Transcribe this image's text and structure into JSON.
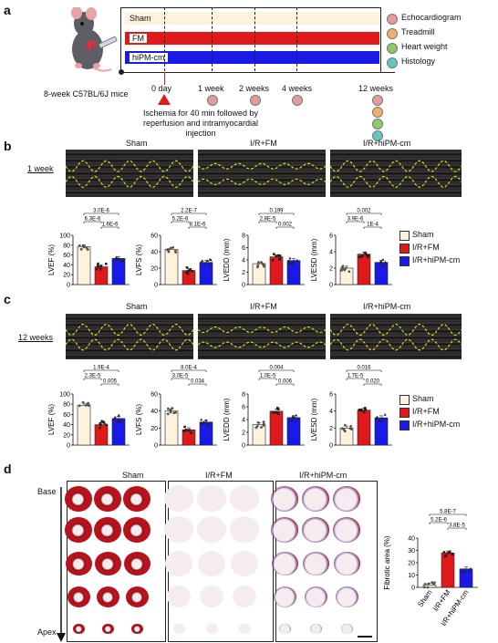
{
  "panel_a": {
    "label": "a",
    "groups": [
      "Sham",
      "FM",
      "hiPM-cm"
    ],
    "legend": [
      {
        "label": "Echocardiogram",
        "color": "#e89a9a"
      },
      {
        "label": "Treadmill",
        "color": "#f0b070"
      },
      {
        "label": "Heart weight",
        "color": "#8fc86a"
      },
      {
        "label": "Histology",
        "color": "#5fc8c0"
      }
    ],
    "timepoints": [
      "0 day",
      "1 week",
      "2 weeks",
      "4 weeks",
      "12 weeks"
    ],
    "mouse_label": "8-week C57BL/6J mice",
    "ischemia_note_1": "Ischemia for 40 min followed by",
    "ischemia_note_2": "reperfusion and intramyocardial injection",
    "colors": {
      "sham": "#fdf3dc",
      "fm": "#e01a1a",
      "hipm": "#1a1ae6"
    }
  },
  "panel_b": {
    "label": "b",
    "timepoint": "1 week",
    "echo_titles": [
      "Sham",
      "I/R+FM",
      "I/R+hiPM-cm"
    ],
    "legend": [
      "Sham",
      "I/R+FM",
      "I/R+hiPM-cm"
    ]
  },
  "panel_c": {
    "label": "c",
    "timepoint": "12 weeks",
    "echo_titles": [
      "Sham",
      "I/R+FM",
      "I/R+hiPM-cm"
    ],
    "legend": [
      "Sham",
      "I/R+FM",
      "I/R+hiPM-cm"
    ]
  },
  "panel_d": {
    "label": "d",
    "titles": [
      "Sham",
      "I/R+FM",
      "I/R+hiPM-cm"
    ],
    "base_label": "Base",
    "apex_label": "Apex"
  },
  "chart_data": [
    {
      "id": "b-lvef",
      "type": "bar",
      "ylabel": "LVEF (%)",
      "ylim": [
        0,
        100
      ],
      "yticks": [
        0,
        20,
        40,
        60,
        80,
        100
      ],
      "categories": [
        "Sham",
        "I/R+FM",
        "I/R+hiPM-cm"
      ],
      "values": [
        77,
        36,
        53
      ],
      "pvalues": [
        {
          "label": "3.0E-6",
          "from": 0,
          "to": 2
        },
        {
          "label": "6.3E-6",
          "from": 0,
          "to": 1
        },
        {
          "label": "1.6E-6",
          "from": 1,
          "to": 2
        }
      ]
    },
    {
      "id": "b-lvfs",
      "type": "bar",
      "ylabel": "LVFS (%)",
      "ylim": [
        0,
        60
      ],
      "yticks": [
        0,
        20,
        40,
        60
      ],
      "categories": [
        "Sham",
        "I/R+FM",
        "I/R+hiPM-cm"
      ],
      "values": [
        43,
        17,
        27
      ],
      "pvalues": [
        {
          "label": "2.2E-7",
          "from": 0,
          "to": 2
        },
        {
          "label": "5.2E-6",
          "from": 0,
          "to": 1
        },
        {
          "label": "8.1E-6",
          "from": 1,
          "to": 2
        }
      ]
    },
    {
      "id": "b-lvedd",
      "type": "bar",
      "ylabel": "LVEDD (mm)",
      "ylim": [
        0,
        8
      ],
      "yticks": [
        0,
        2,
        4,
        6,
        8
      ],
      "categories": [
        "Sham",
        "I/R+FM",
        "I/R+hiPM-cm"
      ],
      "values": [
        3.4,
        4.5,
        3.9
      ],
      "pvalues": [
        {
          "label": "0.199",
          "from": 0,
          "to": 2
        },
        {
          "label": "2.8E-5",
          "from": 0,
          "to": 1
        },
        {
          "label": "0.002",
          "from": 1,
          "to": 2
        }
      ]
    },
    {
      "id": "b-lvesd",
      "type": "bar",
      "ylabel": "LVESD (mm)",
      "ylim": [
        0,
        6
      ],
      "yticks": [
        0,
        2,
        4,
        6
      ],
      "categories": [
        "Sham",
        "I/R+FM",
        "I/R+hiPM-cm"
      ],
      "values": [
        2.0,
        3.7,
        2.7
      ],
      "pvalues": [
        {
          "label": "0.002",
          "from": 0,
          "to": 2
        },
        {
          "label": "3.9E-6",
          "from": 0,
          "to": 1
        },
        {
          "label": "1E-4",
          "from": 1,
          "to": 2
        }
      ]
    },
    {
      "id": "c-lvef",
      "type": "bar",
      "ylabel": "LVEF (%)",
      "ylim": [
        0,
        100
      ],
      "yticks": [
        0,
        20,
        40,
        60,
        80,
        100
      ],
      "categories": [
        "Sham",
        "I/R+FM",
        "I/R+hiPM-cm"
      ],
      "values": [
        78,
        40,
        52
      ],
      "pvalues": [
        {
          "label": "1.9E-4",
          "from": 0,
          "to": 2
        },
        {
          "label": "2.3E-5",
          "from": 0,
          "to": 1
        },
        {
          "label": "0.005",
          "from": 1,
          "to": 2
        }
      ]
    },
    {
      "id": "c-lvfs",
      "type": "bar",
      "ylabel": "LVFS (%)",
      "ylim": [
        0,
        60
      ],
      "yticks": [
        0,
        20,
        40,
        60
      ],
      "categories": [
        "Sham",
        "I/R+FM",
        "I/R+hiPM-cm"
      ],
      "values": [
        40,
        18,
        27
      ],
      "pvalues": [
        {
          "label": "8.0E-4",
          "from": 0,
          "to": 2
        },
        {
          "label": "3.0E-5",
          "from": 0,
          "to": 1
        },
        {
          "label": "0.034",
          "from": 1,
          "to": 2
        }
      ]
    },
    {
      "id": "c-lvedd",
      "type": "bar",
      "ylabel": "LVEDD (mm)",
      "ylim": [
        0,
        8
      ],
      "yticks": [
        0,
        2,
        4,
        6,
        8
      ],
      "categories": [
        "Sham",
        "I/R+FM",
        "I/R+hiPM-cm"
      ],
      "values": [
        3.2,
        5.3,
        4.3
      ],
      "pvalues": [
        {
          "label": "0.004",
          "from": 0,
          "to": 2
        },
        {
          "label": "1.0E-5",
          "from": 0,
          "to": 1
        },
        {
          "label": "0.006",
          "from": 1,
          "to": 2
        }
      ]
    },
    {
      "id": "c-lvesd",
      "type": "bar",
      "ylabel": "LVESD (mm)",
      "ylim": [
        0,
        6
      ],
      "yticks": [
        0,
        2,
        4,
        6
      ],
      "categories": [
        "Sham",
        "I/R+FM",
        "I/R+hiPM-cm"
      ],
      "values": [
        2.0,
        4.1,
        3.2
      ],
      "pvalues": [
        {
          "label": "0.016",
          "from": 0,
          "to": 2
        },
        {
          "label": "1.7E-5",
          "from": 0,
          "to": 1
        },
        {
          "label": "0.020",
          "from": 1,
          "to": 2
        }
      ]
    },
    {
      "id": "d-fibrotic",
      "type": "bar",
      "ylabel": "Fibrotic area (%)",
      "ylim": [
        0,
        40
      ],
      "yticks": [
        0,
        10,
        20,
        30,
        40
      ],
      "categories": [
        "Sham",
        "I/R+FM",
        "I/R+hiPM-cm"
      ],
      "values": [
        2,
        28,
        15
      ],
      "pvalues": [
        {
          "label": "5.8E-7",
          "from": 0,
          "to": 2
        },
        {
          "label": "5.2E-6",
          "from": 0,
          "to": 1
        },
        {
          "label": "3.8E-5",
          "from": 1,
          "to": 2
        }
      ]
    }
  ]
}
